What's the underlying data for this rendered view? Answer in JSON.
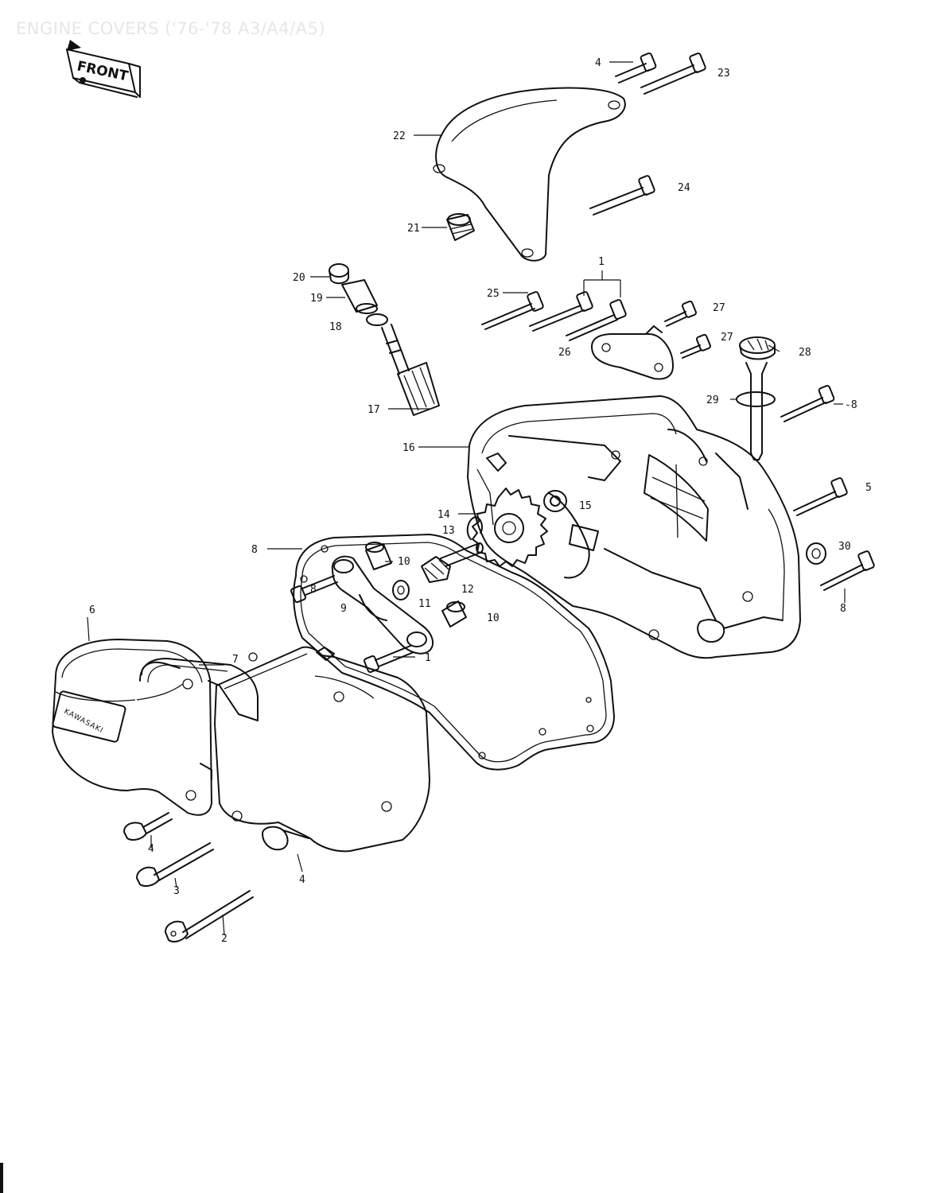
{
  "title": "ENGINE COVERS ('76-'78 A3/A4/A5)",
  "front_badge": "FRONT",
  "logo_text": "KAWASAKI",
  "callouts": [
    {
      "id": "c1a",
      "text": "1"
    },
    {
      "id": "c1b",
      "text": "1"
    },
    {
      "id": "c2",
      "text": "2"
    },
    {
      "id": "c3",
      "text": "3"
    },
    {
      "id": "c4a",
      "text": "4"
    },
    {
      "id": "c4b",
      "text": "4"
    },
    {
      "id": "c4c",
      "text": "4"
    },
    {
      "id": "c5",
      "text": "5"
    },
    {
      "id": "c6",
      "text": "6"
    },
    {
      "id": "c7",
      "text": "7"
    },
    {
      "id": "c8a",
      "text": "8"
    },
    {
      "id": "c8b",
      "text": "8"
    },
    {
      "id": "c8c",
      "text": "8"
    },
    {
      "id": "c8d",
      "text": "-8"
    },
    {
      "id": "c9",
      "text": "9"
    },
    {
      "id": "c10a",
      "text": "10"
    },
    {
      "id": "c10b",
      "text": "10"
    },
    {
      "id": "c11",
      "text": "11"
    },
    {
      "id": "c12",
      "text": "12"
    },
    {
      "id": "c13",
      "text": "13"
    },
    {
      "id": "c14",
      "text": "14"
    },
    {
      "id": "c15",
      "text": "15"
    },
    {
      "id": "c16",
      "text": "16"
    },
    {
      "id": "c17",
      "text": "17"
    },
    {
      "id": "c18",
      "text": "18"
    },
    {
      "id": "c19",
      "text": "19"
    },
    {
      "id": "c20",
      "text": "20"
    },
    {
      "id": "c21",
      "text": "21"
    },
    {
      "id": "c22",
      "text": "22"
    },
    {
      "id": "c23",
      "text": "23"
    },
    {
      "id": "c24",
      "text": "24"
    },
    {
      "id": "c25",
      "text": "25"
    },
    {
      "id": "c26",
      "text": "26"
    },
    {
      "id": "c27a",
      "text": "27"
    },
    {
      "id": "c27b",
      "text": "27"
    },
    {
      "id": "c28",
      "text": "28"
    },
    {
      "id": "c29",
      "text": "29"
    },
    {
      "id": "c30",
      "text": "30"
    }
  ]
}
